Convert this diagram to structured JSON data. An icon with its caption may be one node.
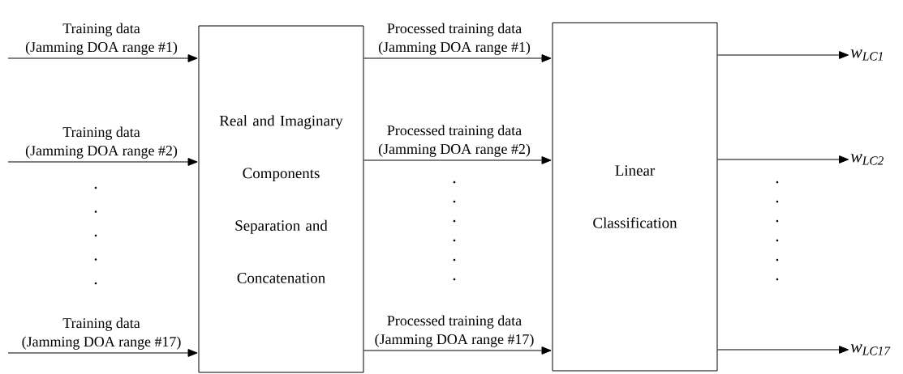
{
  "diagram": {
    "nodes": [
      {
        "text": [
          "Real and Imaginary Components Separation and Concatenation"
        ]
      },
      {
        "text": [
          "Linear Classification"
        ]
      },
      {
        "text": [
          "w$_{LC1}$"
        ]
      },
      {
        "text": [
          "w$_{LC2}$"
        ]
      },
      {
        "text": [
          "w$_{LC17}$"
        ]
      }
    ],
    "edges": [
      {
        "from": null,
        "to": 0,
        "arrow": "to",
        "label": "Training data (Jamming DOA range #1)"
      },
      {
        "from": null,
        "to": 0,
        "arrow": "to",
        "label": "Training data (Jamming DOA range #2)"
      },
      {
        "from": null,
        "to": 0,
        "arrow": "to",
        "label": "Training data (Jamming DOA range #17)"
      },
      {
        "from": 0,
        "to": 1,
        "arrow": "to",
        "label": "Processed training data (Jamming DOA range #1)"
      },
      {
        "from": 0,
        "to": 1,
        "arrow": "to",
        "label": "Processed training data (Jamming DOA range #2)"
      },
      {
        "from": 0,
        "to": 1,
        "arrow": "to",
        "label": "Processed training data (Jamming DOA range #17)"
      },
      {
        "from": 1,
        "to": 2,
        "arrow": "to"
      },
      {
        "from": 1,
        "to": 3,
        "arrow": "to"
      },
      {
        "from": 1,
        "to": 4,
        "arrow": "to"
      }
    ]
  }
}
